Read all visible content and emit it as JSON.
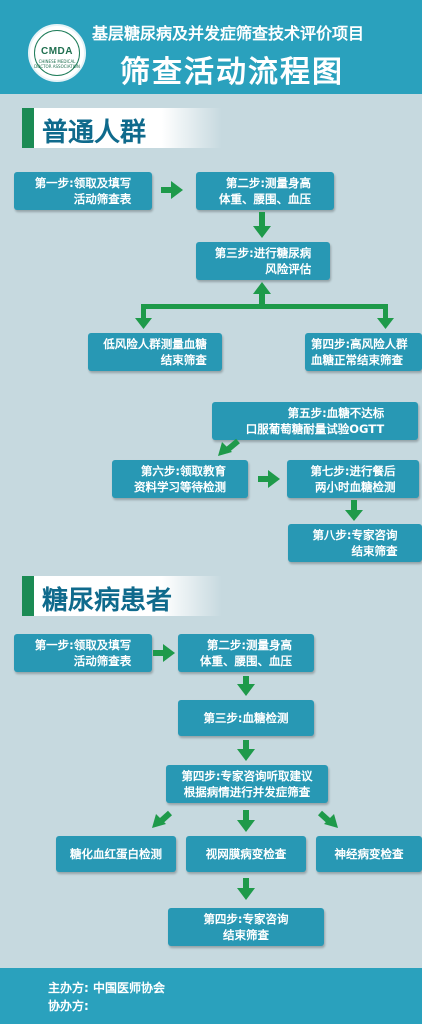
{
  "header": {
    "logo_text": "CMDA",
    "logo_sub": "CHINESE MEDICAL DOCTOR ASSOCIATION",
    "subtitle": "基层糖尿病及并发症筛查技术评价项目",
    "title": "筛查活动流程图"
  },
  "section1": {
    "title": "普通人群",
    "step1": "第一步:领取及填写\n活动筛查表",
    "step2": "第二步:测量身高\n体重、腰围、血压",
    "step3": "第三步:进行糖尿病\n风险评估",
    "low_risk": "低风险人群测量血糖\n结束筛查",
    "step4": "第四步:高风险人群\n血糖正常结束筛查",
    "step5": "第五步:血糖不达标\n口服葡萄糖耐量试验OGTT",
    "step6": "第六步:领取教育\n资料学习等待检测",
    "step7": "第七步:进行餐后\n两小时血糖检测",
    "step8": "第八步:专家咨询\n结束筛查"
  },
  "section2": {
    "title": "糖尿病患者",
    "step1": "第一步:领取及填写\n活动筛查表",
    "step2": "第二步:测量身高\n体重、腰围、血压",
    "step3": "第三步:血糖检测",
    "step4": "第四步:专家咨询听取建议\n根据病情进行并发症筛查",
    "check_hba1c": "糖化血红蛋白检测",
    "check_retina": "视网膜病变检查",
    "check_neuro": "神经病变检查",
    "step5": "第四步:专家咨询\n结束筛查"
  },
  "footer": {
    "organizer": "主办方: 中国医师协会",
    "co_organizer": "协办方:"
  },
  "colors": {
    "header": "#2aa1bd",
    "box": "#2898b4",
    "arrow": "#1e9a4a",
    "section_title": "#0f6a8c",
    "background": "#c6d9df"
  }
}
